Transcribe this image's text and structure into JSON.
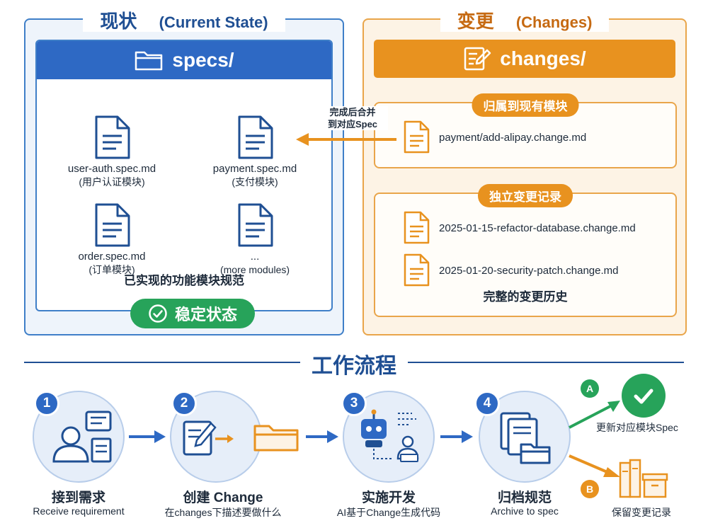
{
  "current_state": {
    "title_zh": "现状",
    "title_en": "(Current State)",
    "folder_label": "specs/",
    "files": [
      {
        "name": "user-auth.spec.md",
        "desc": "(用户认证模块)"
      },
      {
        "name": "payment.spec.md",
        "desc": "(支付模块)"
      },
      {
        "name": "order.spec.md",
        "desc": "(订单模块)"
      },
      {
        "name": "...",
        "desc": "(more modules)"
      }
    ],
    "caption": "已实现的功能模块规范",
    "badge": "稳定状态"
  },
  "changes": {
    "title_zh": "变更",
    "title_en": "(Changes)",
    "folder_label": "changes/",
    "existing_group": {
      "label": "归属到现有模块",
      "files": [
        "payment/add-alipay.change.md"
      ]
    },
    "standalone_group": {
      "label": "独立变更记录",
      "files": [
        "2025-01-15-refactor-database.change.md",
        "2025-01-20-security-patch.change.md"
      ]
    },
    "caption": "完整的变更历史"
  },
  "merge": {
    "line1": "完成后合并",
    "line2": "到对应Spec"
  },
  "workflow": {
    "title": "工作流程",
    "steps": [
      {
        "num": "1",
        "title": "接到需求",
        "sub": "Receive requirement"
      },
      {
        "num": "2",
        "title": "创建 Change",
        "sub": "在changes下描述要做什么"
      },
      {
        "num": "3",
        "title": "实施开发",
        "sub": "AI基于Change生成代码"
      },
      {
        "num": "4",
        "title": "归档规范",
        "sub": "Archive to spec"
      }
    ],
    "outcomes": [
      {
        "letter": "A",
        "label": "更新对应模块Spec"
      },
      {
        "letter": "B",
        "label": "保留变更记录"
      }
    ]
  },
  "colors": {
    "blue": "#2e69c4",
    "orange": "#e8921f",
    "green": "#27a35a"
  }
}
